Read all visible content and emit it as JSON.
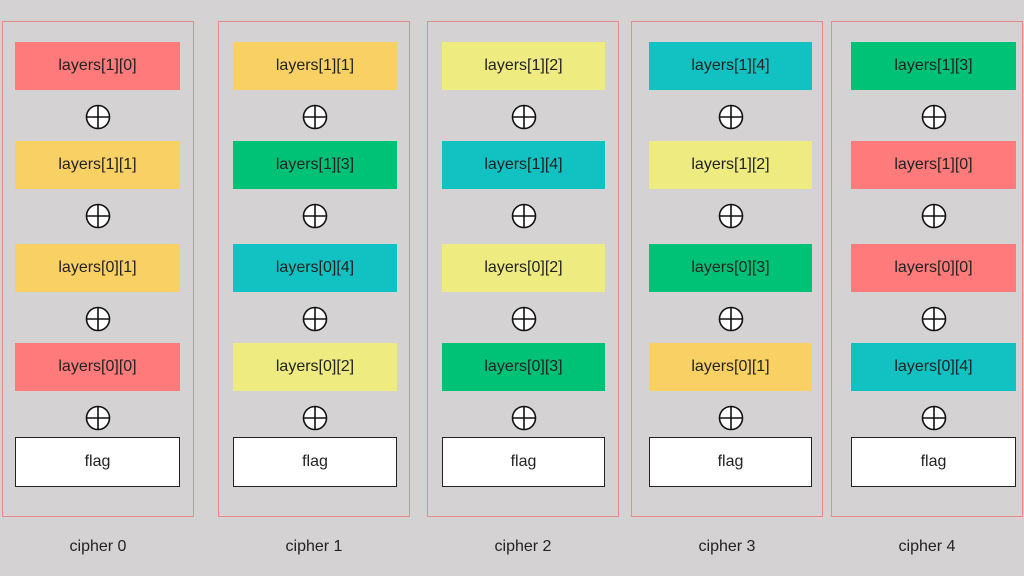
{
  "colors": {
    "red": "#ff7b7b",
    "orange": "#f8d064",
    "yellow": "#eeeb80",
    "green": "#00c277",
    "teal": "#12c1c1",
    "background": "#d4d2d2",
    "column_border": "#e88b8b"
  },
  "operator_icon": "xor-circle-plus-icon",
  "columns": [
    {
      "caption": "cipher 0",
      "layers": [
        {
          "label": "layers[1][0]",
          "color": "#ff7b7b"
        },
        {
          "label": "layers[1][1]",
          "color": "#f8d064"
        },
        {
          "label": "layers[0][1]",
          "color": "#f8d064"
        },
        {
          "label": "layers[0][0]",
          "color": "#ff7b7b"
        }
      ],
      "flag": "flag"
    },
    {
      "caption": "cipher 1",
      "layers": [
        {
          "label": "layers[1][1]",
          "color": "#f8d064"
        },
        {
          "label": "layers[1][3]",
          "color": "#00c277"
        },
        {
          "label": "layers[0][4]",
          "color": "#12c1c1"
        },
        {
          "label": "layers[0][2]",
          "color": "#eeeb80"
        }
      ],
      "flag": "flag"
    },
    {
      "caption": "cipher 2",
      "layers": [
        {
          "label": "layers[1][2]",
          "color": "#eeeb80"
        },
        {
          "label": "layers[1][4]",
          "color": "#12c1c1"
        },
        {
          "label": "layers[0][2]",
          "color": "#eeeb80"
        },
        {
          "label": "layers[0][3]",
          "color": "#00c277"
        }
      ],
      "flag": "flag"
    },
    {
      "caption": "cipher 3",
      "layers": [
        {
          "label": "layers[1][4]",
          "color": "#12c1c1"
        },
        {
          "label": "layers[1][2]",
          "color": "#eeeb80"
        },
        {
          "label": "layers[0][3]",
          "color": "#00c277"
        },
        {
          "label": "layers[0][1]",
          "color": "#f8d064"
        }
      ],
      "flag": "flag"
    },
    {
      "caption": "cipher 4",
      "layers": [
        {
          "label": "layers[1][3]",
          "color": "#00c277"
        },
        {
          "label": "layers[1][0]",
          "color": "#ff7b7b"
        },
        {
          "label": "layers[0][0]",
          "color": "#ff7b7b"
        },
        {
          "label": "layers[0][4]",
          "color": "#12c1c1"
        }
      ],
      "flag": "flag"
    }
  ]
}
